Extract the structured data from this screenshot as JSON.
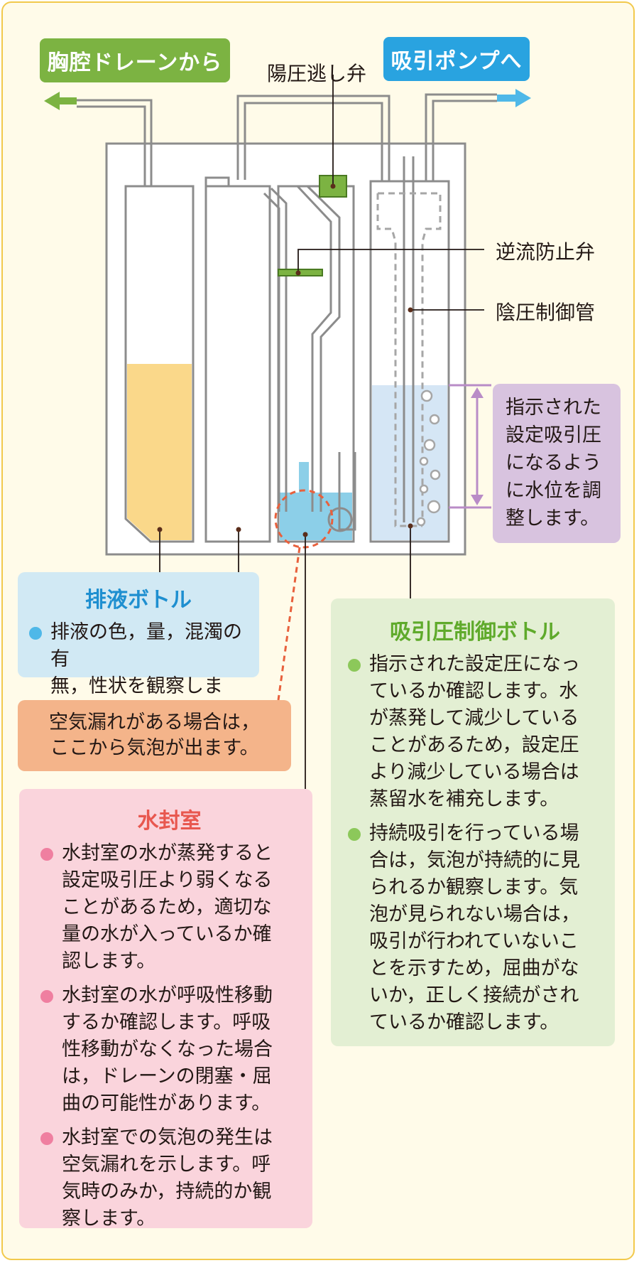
{
  "colors": {
    "green": "#7cb342",
    "blue": "#29a3e0",
    "orange_fluid": "#fad88a",
    "water": "#8ccfe8",
    "purple": "#b98cc7",
    "red_dash": "#e8603c"
  },
  "top_labels": {
    "from_drain": "胸腔ドレーンから",
    "to_pump": "吸引ポンプへ",
    "positive_valve": "陽圧逃し弁"
  },
  "side_labels": {
    "check_valve": "逆流防止弁",
    "control_tube": "陰圧制御管"
  },
  "purple_note": {
    "lines": [
      "指示された",
      "設定吸引圧",
      "になるよう",
      "に水位を調",
      "整します。"
    ]
  },
  "drain_bottle": {
    "title": "排液ボトル",
    "bullets": [
      {
        "lines": [
          "排液の色，量，混濁の有",
          "無，性状を観察します。"
        ]
      }
    ]
  },
  "air_leak_note": {
    "lines": [
      "空気漏れがある場合は，",
      "ここから気泡が出ます。"
    ]
  },
  "water_seal": {
    "title": "水封室",
    "bullets": [
      {
        "lines": [
          "水封室の水が蒸発すると",
          "設定吸引圧より弱くなる",
          "ことがあるため，適切な",
          "量の水が入っているか確",
          "認します。"
        ]
      },
      {
        "lines": [
          "水封室の水が呼吸性移動",
          "するか確認します。呼吸",
          "性移動がなくなった場合",
          "は，ドレーンの閉塞・屈",
          "曲の可能性があります。"
        ]
      },
      {
        "lines": [
          "水封室での気泡の発生は",
          "空気漏れを示します。呼",
          "気時のみか，持続的か観",
          "察します。"
        ]
      }
    ]
  },
  "suction_bottle": {
    "title": "吸引圧制御ボトル",
    "bullets": [
      {
        "lines": [
          "指示された設定圧になっ",
          "ているか確認します。水",
          "が蒸発して減少している",
          "ことがあるため，設定圧",
          "より減少している場合は",
          "蒸留水を補充します。"
        ]
      },
      {
        "lines": [
          "持続吸引を行っている場",
          "合は，気泡が持続的に見",
          "られるか観察します。気",
          "泡が見られない場合は，",
          "吸引が行われていないこ",
          "とを示すため，屈曲がな",
          "いか，正しく接続がされ",
          "ているか確認します。"
        ]
      }
    ]
  }
}
